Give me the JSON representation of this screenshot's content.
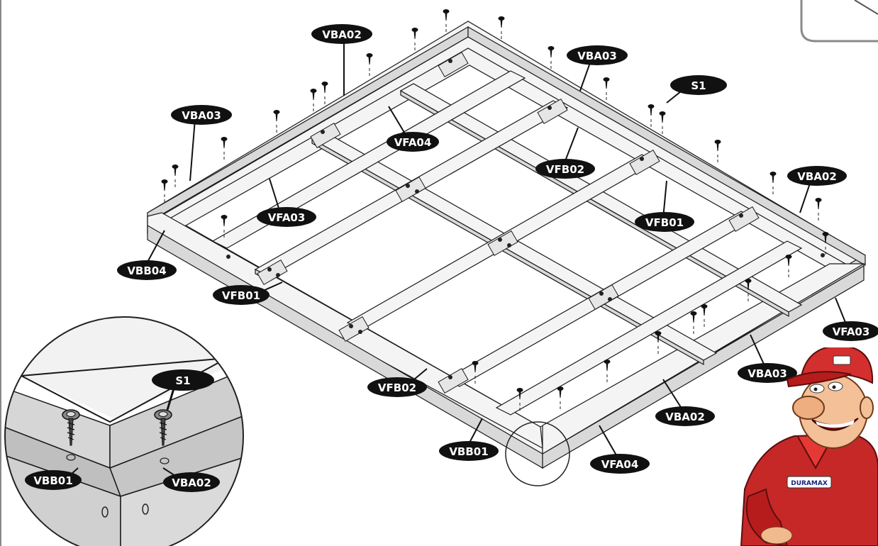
{
  "diagram": {
    "part_labels": {
      "vba02_top": "VBA02",
      "vba03_top": "VBA03",
      "s1_top": "S1",
      "vba03_left": "VBA03",
      "vfa04_top": "VFA04",
      "vfb02_top": "VFB02",
      "vba02_right": "VBA02",
      "vfa03_left": "VFA03",
      "vfb01_right": "VFB01",
      "vbb04_left": "VBB04",
      "vfb01_left": "VFB01",
      "vfa03_right": "VFA03",
      "vba03_right": "VBA03",
      "vfb02_bottom": "VFB02",
      "vba02_bottom": "VBA02",
      "vbb01_bottom": "VBB01",
      "vfa04_bottom": "VFA04"
    },
    "detail_labels": {
      "s1": "S1",
      "vbb01": "VBB01",
      "vba02": "VBA02"
    },
    "mascot_badge": "DURAMAX"
  }
}
